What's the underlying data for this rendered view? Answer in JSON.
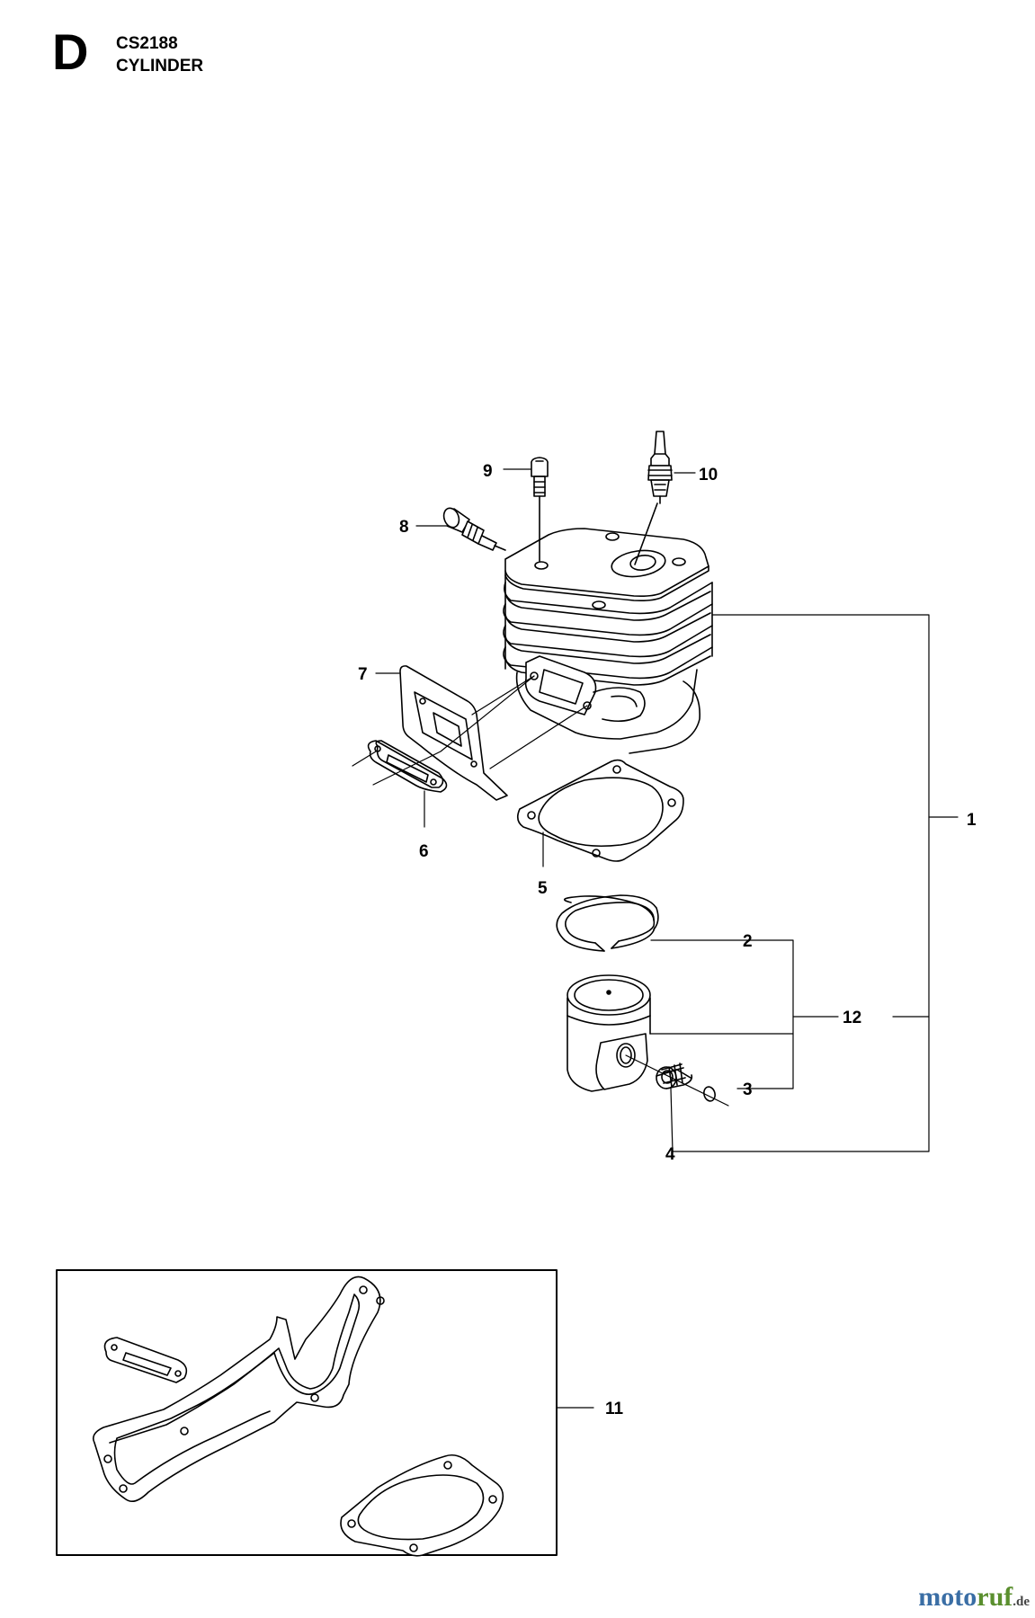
{
  "header": {
    "section_letter": "D",
    "model": "CS2188",
    "title": "CYLINDER"
  },
  "callouts": {
    "c1": "1",
    "c2": "2",
    "c3": "3",
    "c4": "4",
    "c5": "5",
    "c6": "6",
    "c7": "7",
    "c8": "8",
    "c9": "9",
    "c10": "10",
    "c11": "11",
    "c12": "12"
  },
  "watermark": {
    "brand_a": "moto",
    "brand_b": "ruf",
    "brand_c": ".de"
  },
  "icons": [
    "cylinder",
    "piston",
    "piston-ring",
    "needle-bearing",
    "circlip",
    "spark-plug",
    "screw",
    "decompression-valve",
    "heat-shield",
    "muffler-gasket",
    "cylinder-gasket",
    "gasket-kit"
  ],
  "colors": {
    "line": "#000000",
    "watermark_blue": "#3a6ea5",
    "watermark_green": "#5a8f2e"
  }
}
